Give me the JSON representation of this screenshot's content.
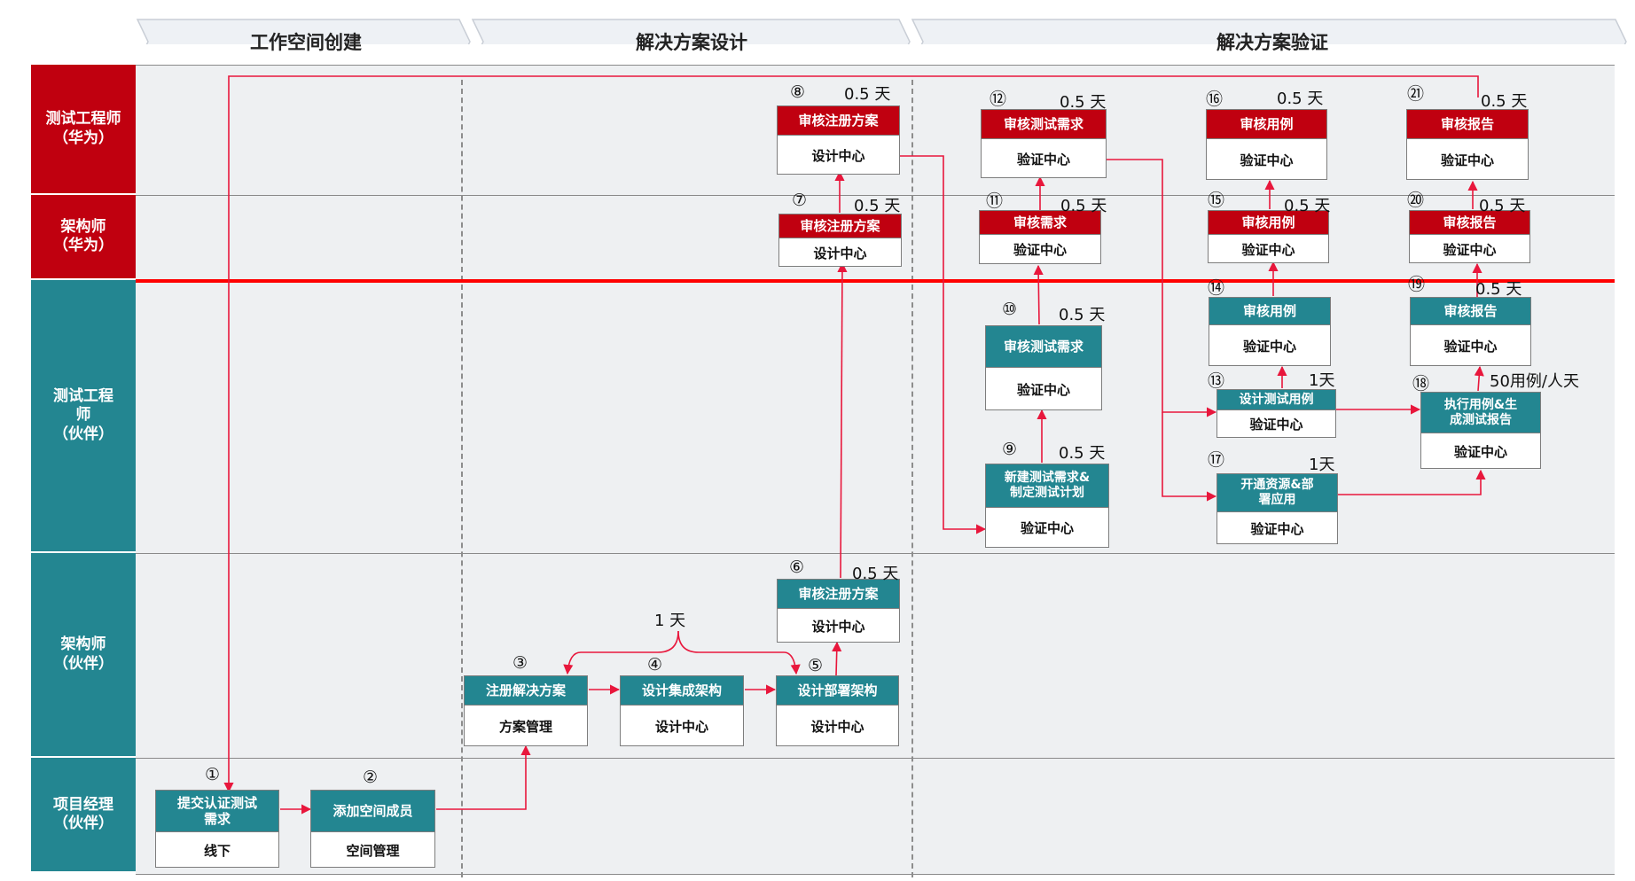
{
  "phases": [
    "工作空间创建",
    "解决方案设计",
    "解决方案验证"
  ],
  "lanes": [
    {
      "label": "测试工程师\n（华为）",
      "color": "#c0000f"
    },
    {
      "label": "架构师\n（华为）",
      "color": "#c0000f"
    },
    {
      "label": "测试工程\n师\n（伙伴）",
      "color": "#238691"
    },
    {
      "label": "架构师\n（伙伴）",
      "color": "#238691"
    },
    {
      "label": "项目经理\n（伙伴）",
      "color": "#238691"
    }
  ],
  "steps": [
    {
      "id": "s1",
      "num": "①",
      "title": "提交认证测试\n需求",
      "body": "线下",
      "duration": "",
      "color": "teal"
    },
    {
      "id": "s2",
      "num": "②",
      "title": "添加空间成员",
      "body": "空间管理",
      "duration": "",
      "color": "teal"
    },
    {
      "id": "s3",
      "num": "③",
      "title": "注册解决方案",
      "body": "方案管理",
      "duration": "",
      "color": "teal"
    },
    {
      "id": "s4",
      "num": "④",
      "title": "设计集成架构",
      "body": "设计中心",
      "duration": "",
      "color": "teal"
    },
    {
      "id": "s5",
      "num": "⑤",
      "title": "设计部署架构",
      "body": "设计中心",
      "duration": "",
      "color": "teal"
    },
    {
      "id": "s6",
      "num": "⑥",
      "title": "审核注册方案",
      "body": "设计中心",
      "duration": "0.5 天",
      "color": "teal"
    },
    {
      "id": "s7",
      "num": "⑦",
      "title": "审核注册方案",
      "body": "设计中心",
      "duration": "0.5 天",
      "color": "red"
    },
    {
      "id": "s8",
      "num": "⑧",
      "title": "审核注册方案",
      "body": "设计中心",
      "duration": "0.5 天",
      "color": "red"
    },
    {
      "id": "s9",
      "num": "⑨",
      "title": "新建测试需求&\n制定测试计划",
      "body": "验证中心",
      "duration": "0.5 天",
      "color": "teal"
    },
    {
      "id": "s10",
      "num": "⑩",
      "title": "审核测试需求",
      "body": "验证中心",
      "duration": "0.5 天",
      "color": "teal"
    },
    {
      "id": "s11",
      "num": "⑪",
      "title": "审核需求",
      "body": "验证中心",
      "duration": "0.5 天",
      "color": "red"
    },
    {
      "id": "s12",
      "num": "⑫",
      "title": "审核测试需求",
      "body": "验证中心",
      "duration": "0.5 天",
      "color": "red"
    },
    {
      "id": "s13",
      "num": "⑬",
      "title": "设计测试用例",
      "body": "验证中心",
      "duration": "1天",
      "color": "teal"
    },
    {
      "id": "s14",
      "num": "⑭",
      "title": "审核用例",
      "body": "验证中心",
      "duration": "",
      "color": "teal"
    },
    {
      "id": "s15",
      "num": "⑮",
      "title": "审核用例",
      "body": "验证中心",
      "duration": "0.5 天",
      "color": "red"
    },
    {
      "id": "s16",
      "num": "⑯",
      "title": "审核用例",
      "body": "验证中心",
      "duration": "0.5 天",
      "color": "red"
    },
    {
      "id": "s17",
      "num": "⑰",
      "title": "开通资源&部\n署应用",
      "body": "验证中心",
      "duration": "1天",
      "color": "teal"
    },
    {
      "id": "s18",
      "num": "⑱",
      "title": "执行用例&生\n成测试报告",
      "body": "验证中心",
      "duration": "50用例/人天",
      "color": "teal"
    },
    {
      "id": "s19",
      "num": "⑲",
      "title": "审核报告",
      "body": "验证中心",
      "duration": "0.5 天",
      "color": "teal"
    },
    {
      "id": "s20",
      "num": "⑳",
      "title": "审核报告",
      "body": "验证中心",
      "duration": "0.5 天",
      "color": "red"
    },
    {
      "id": "s21",
      "num": "㉑",
      "title": "审核报告",
      "body": "验证中心",
      "duration": "0.5 天",
      "color": "red"
    }
  ],
  "notes": {
    "loop_duration": "1 天"
  },
  "colors": {
    "arrow": "#e8173c",
    "huawei": "#c0000f",
    "partner": "#238691",
    "separator": "#ff0000"
  }
}
